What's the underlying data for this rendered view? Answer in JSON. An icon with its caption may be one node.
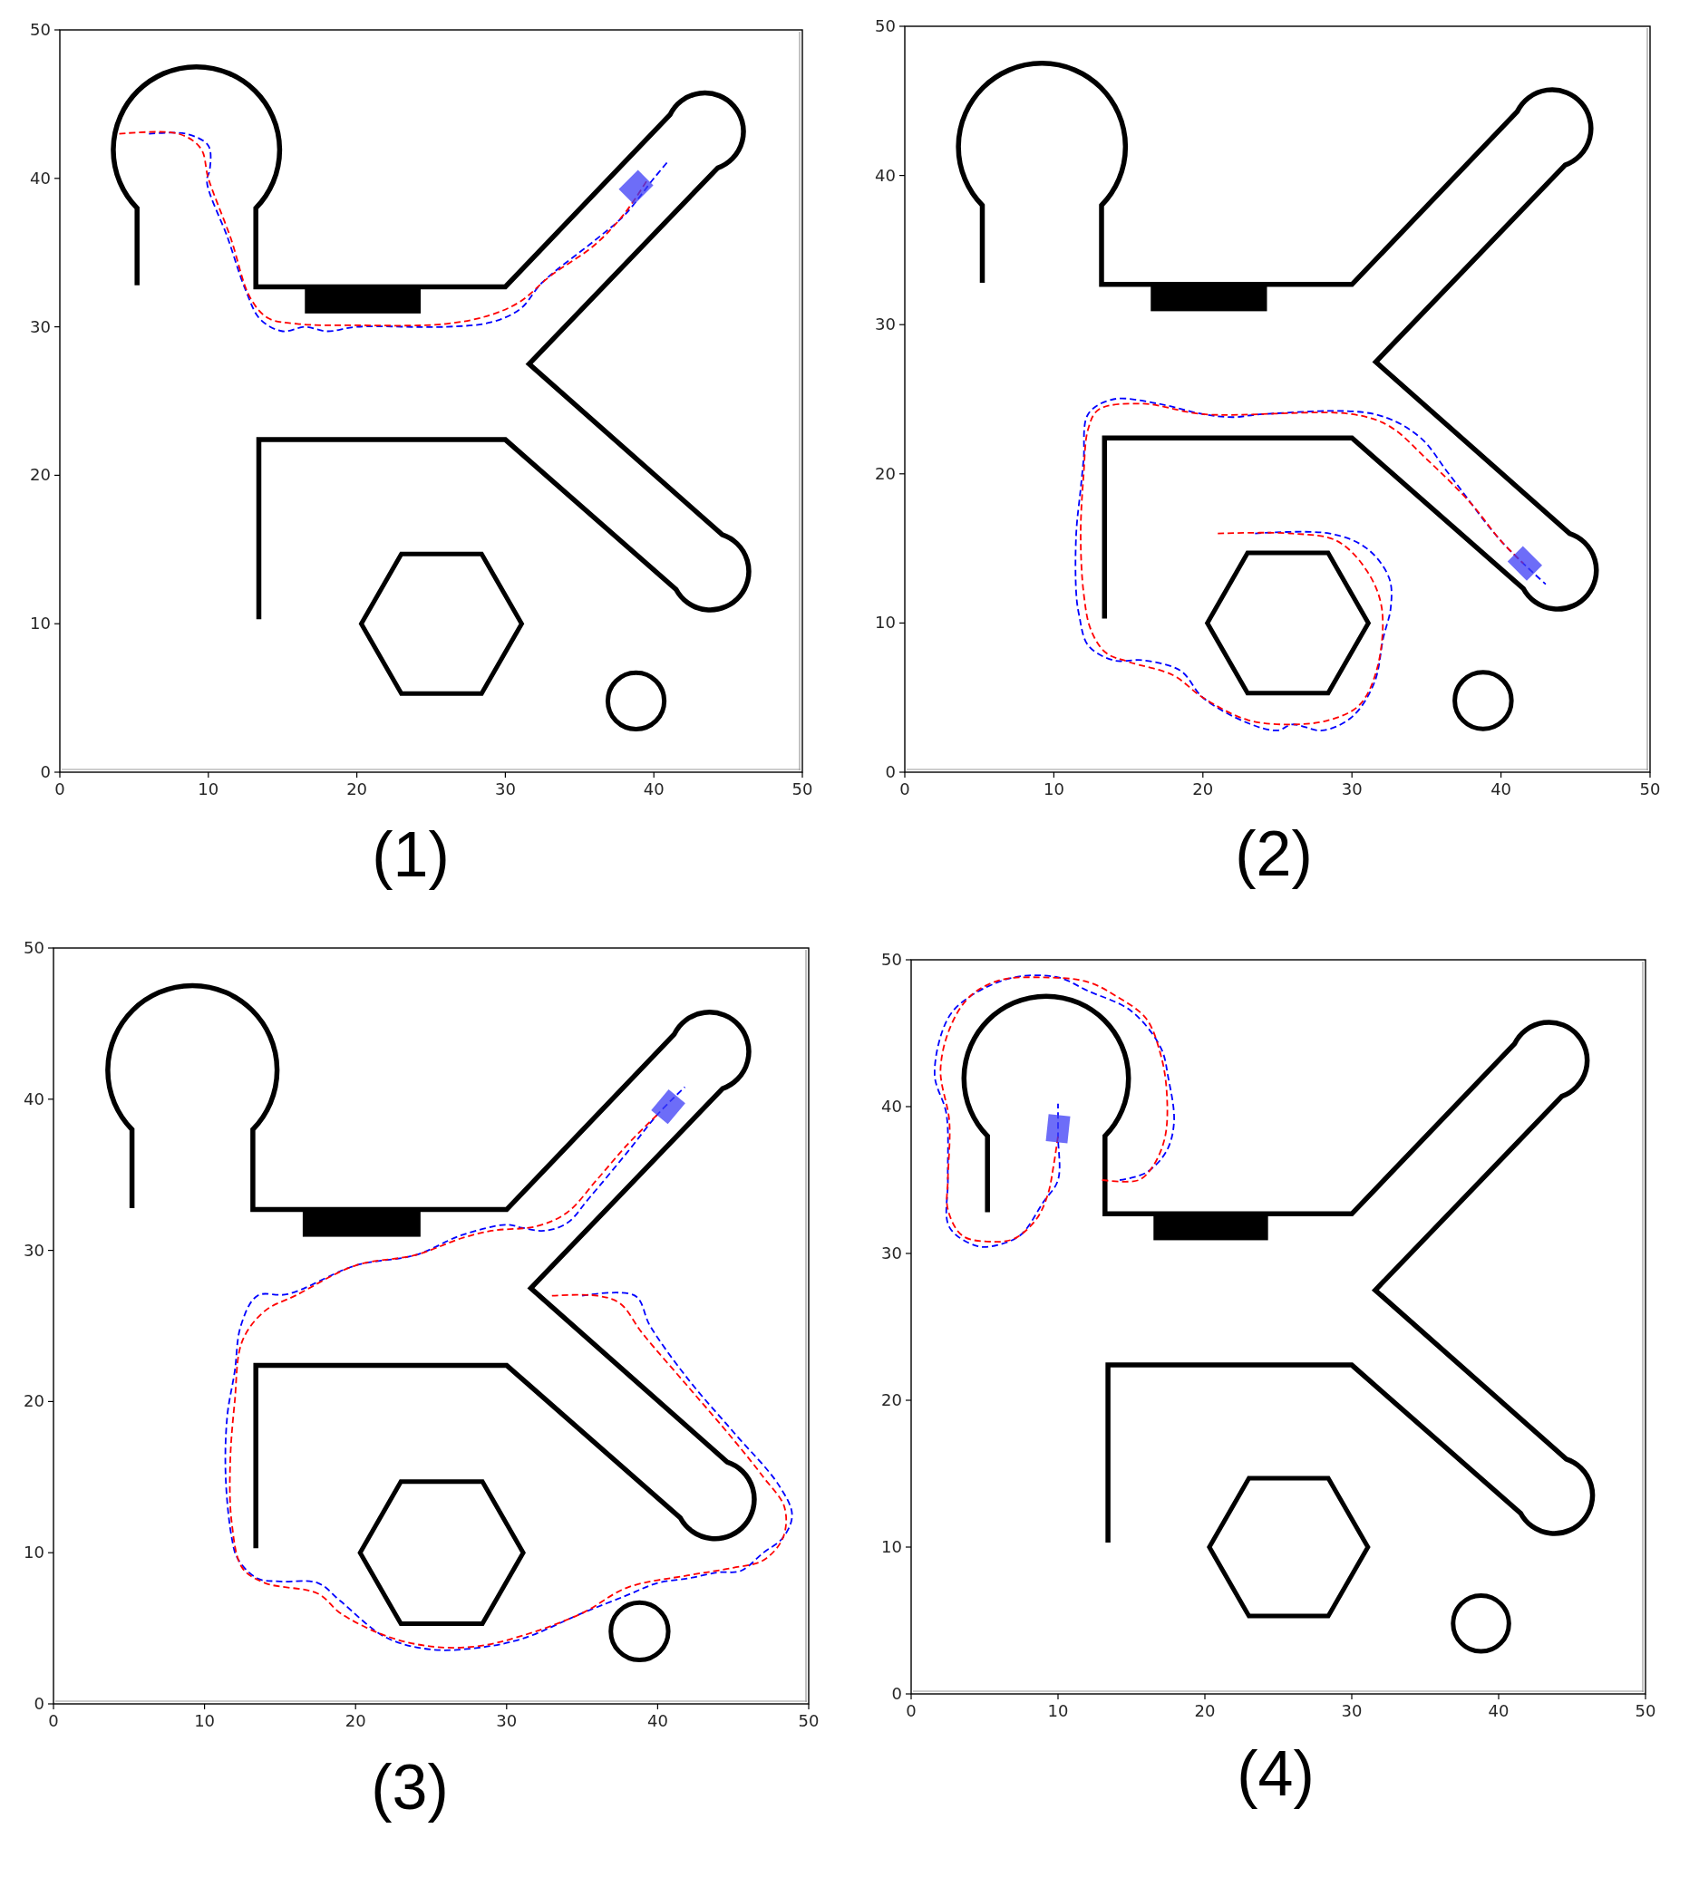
{
  "diagram": {
    "labels": [
      "50",
      "40",
      "30",
      "20",
      "10",
      "0",
      "0",
      "10",
      "20",
      "30",
      "40",
      "50",
      "(1)",
      "50",
      "40",
      "30",
      "20",
      "10",
      "0",
      "0",
      "10",
      "20",
      "30",
      "40",
      "50",
      "(2)",
      "50",
      "40",
      "30",
      "20",
      "10",
      "0",
      "0",
      "10",
      "20",
      "30",
      "40",
      "50",
      "(3)",
      "50",
      "40",
      "30",
      "20",
      "10",
      "0",
      "0",
      "10",
      "20",
      "30",
      "40",
      "50",
      "(4)"
    ]
  }
}
